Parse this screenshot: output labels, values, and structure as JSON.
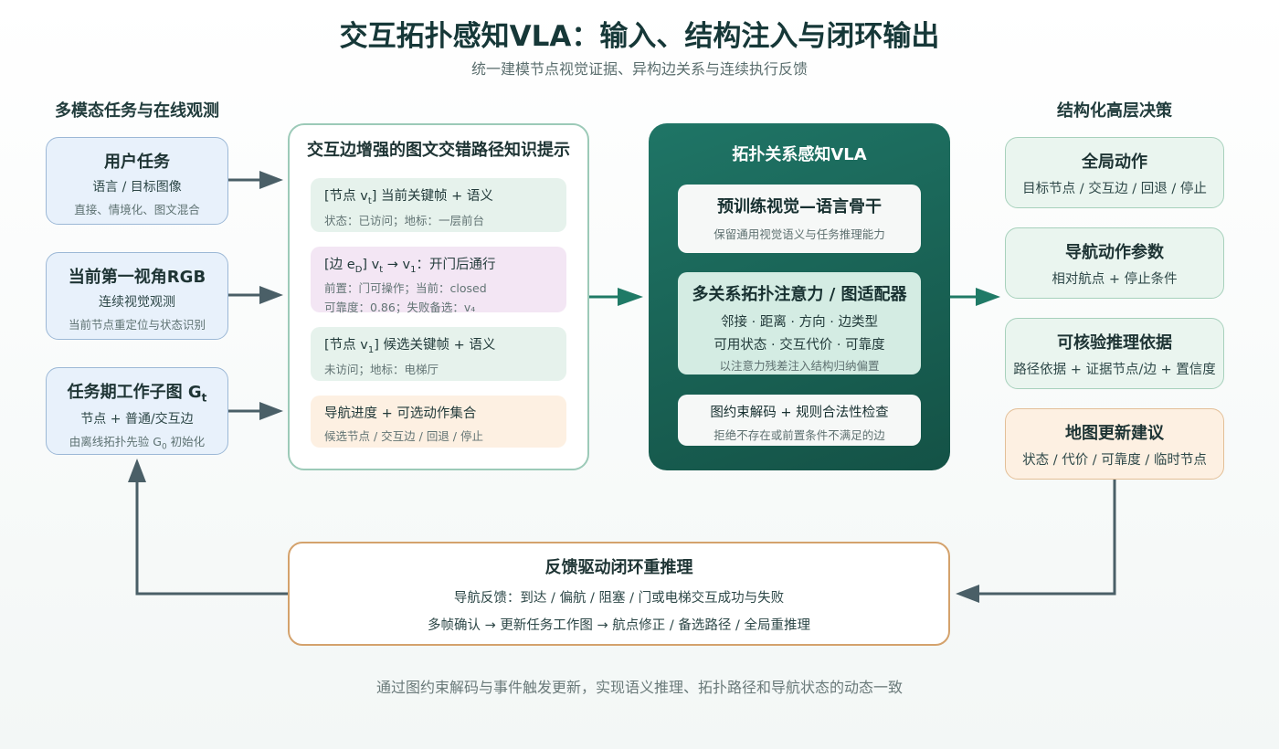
{
  "title": "交互拓扑感知VLA：输入、结构注入与闭环输出",
  "subtitle": "统一建模节点视觉证据、异构边关系与连续执行反馈",
  "left_column": {
    "heading": "多模态任务与在线观测",
    "boxes": [
      {
        "title": "用户任务",
        "line1": "语言 / 目标图像",
        "line2": "直接、情境化、图文混合"
      },
      {
        "title": "当前第一视角RGB",
        "line1": "连续视觉观测",
        "line2": "当前节点重定位与状态识别"
      },
      {
        "title": "任务期工作子图 G",
        "title_sub": "t",
        "line1": "节点 + 普通/交互边",
        "line2_a": "由离线拓扑先验 G",
        "line2_sub": "0",
        "line2_b": " 初始化"
      }
    ]
  },
  "prompt_panel": {
    "title": "交互边增强的图文交错路径知识提示",
    "cards": [
      {
        "line1": "[节点 v",
        "line1_sub": "t",
        "line1_b": "] 当前关键帧 + 语义",
        "line2": "状态：已访问；地标：一层前台",
        "color": "#e6f2ec"
      },
      {
        "line1": "[边 e",
        "line1_sub": "D",
        "line1_b": "] v",
        "line1_sub2": "t",
        "line1_c": " → v",
        "line1_sub3": "1",
        "line1_d": "：开门后通行",
        "line2": "前置：门可操作；当前：closed",
        "line3": "可靠度：0.86；失败备选：v₄",
        "color": "#f3e6f4"
      },
      {
        "line1": "[节点 v",
        "line1_sub": "1",
        "line1_b": "] 候选关键帧 + 语义",
        "line2": "未访问；地标：电梯厅",
        "color": "#e6f2ec"
      },
      {
        "line1": "导航进度 + 可选动作集合",
        "line2": "候选节点 / 交互边 / 回退 / 停止",
        "color": "#fdf0e2"
      }
    ]
  },
  "vla_panel": {
    "title": "拓扑关系感知VLA",
    "cards": [
      {
        "title": "预训练视觉—语言骨干",
        "sub": "保留通用视觉语义与任务推理能力"
      },
      {
        "title": "多关系拓扑注意力 / 图适配器",
        "row1": "邻接 · 距离 · 方向 · 边类型",
        "row2": "可用状态 · 交互代价 · 可靠度",
        "sub": "以注意力残差注入结构归纳偏置"
      },
      {
        "title": "图约束解码 + 规则合法性检查",
        "sub": "拒绝不存在或前置条件不满足的边"
      }
    ]
  },
  "right_column": {
    "heading": "结构化高层决策",
    "boxes": [
      {
        "title": "全局动作",
        "line1": "目标节点 / 交互边 / 回退 / 停止"
      },
      {
        "title": "导航动作参数",
        "line1": "相对航点 + 停止条件"
      },
      {
        "title": "可核验推理依据",
        "line1": "路径依据 + 证据节点/边 + 置信度"
      },
      {
        "title": "地图更新建议",
        "line1": "状态 / 代价 / 可靠度 / 临时节点"
      }
    ]
  },
  "feedback": {
    "title": "反馈驱动闭环重推理",
    "line1": "导航反馈：到达 / 偏航 / 阻塞 / 门或电梯交互成功与失败",
    "line2": "多帧确认 → 更新任务工作图 → 航点修正 / 备选路径 / 全局重推理"
  },
  "footer": "通过图约束解码与事件触发更新，实现语义推理、拓扑路径和导航状态的动态一致",
  "colors": {
    "arrow_dark": "#4a5f67",
    "arrow_teal": "#1f7a66",
    "input_fill": "#e8f1fb",
    "output_fill": "#eaf5ef",
    "map_update_fill": "#fdf0e2",
    "vla_panel": "#1a6456",
    "feedback_border": "#d4a26c"
  }
}
